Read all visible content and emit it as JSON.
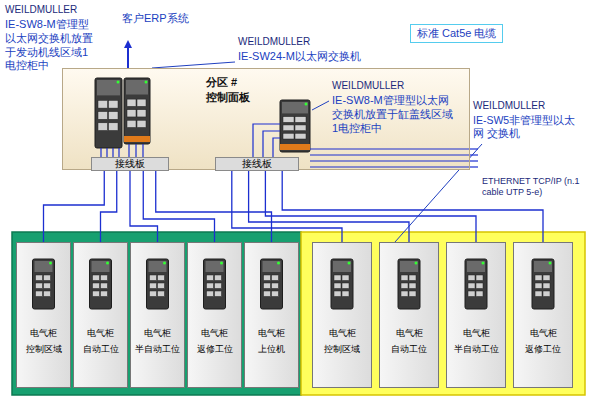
{
  "diagram": {
    "nodes": [
      {
        "text": [
          "标准 Cat5e 电缆"
        ]
      },
      {
        "text": [
          "分区 #",
          "控制面板"
        ]
      },
      {
        "text": [
          "接线板"
        ],
        "in": 1
      },
      {
        "text": [
          "接线板"
        ],
        "in": 1
      },
      {
        "text": [
          "电气柜",
          "控制区域"
        ]
      },
      {
        "text": [
          "电气柜",
          "自动工位"
        ]
      },
      {
        "text": [
          "电气柜",
          "半自动工位"
        ]
      },
      {
        "text": [
          "电气柜",
          "返修工位"
        ]
      },
      {
        "text": [
          "电气柜",
          "上位机"
        ]
      },
      {
        "text": [
          "电气柜",
          "控制区域"
        ]
      },
      {
        "text": [
          "电气柜",
          "自动工位"
        ]
      },
      {
        "text": [
          "电气柜",
          "半自动工位"
        ]
      },
      {
        "text": [
          "电气柜",
          "返修工位"
        ]
      }
    ],
    "edges": [
      {
        "from": 2,
        "to": 4,
        "arrow": "none"
      },
      {
        "from": 2,
        "to": 5,
        "arrow": "none"
      },
      {
        "from": 2,
        "to": 6,
        "arrow": "none"
      },
      {
        "from": 2,
        "to": 7,
        "arrow": "none"
      },
      {
        "from": 2,
        "to": 8,
        "arrow": "none"
      },
      {
        "from": 3,
        "to": 9,
        "arrow": "none"
      },
      {
        "from": 3,
        "to": 10,
        "arrow": "none"
      },
      {
        "from": 3,
        "to": 11,
        "arrow": "none"
      },
      {
        "from": 3,
        "to": 12,
        "arrow": "none"
      }
    ],
    "labels": [
      "WEILDMULLER",
      "IE-SW8-M管理型 以太网交换机放置 于发动机线区域1 电控柜中",
      "客户ERP系统",
      "WEILDMULLER",
      "IE-SW24-M以太网交换机",
      "WEILDMULLER",
      "IE-SW8-M管理型以太网 交换机放置于缸盖线区域 1电控柜中",
      "WEILDMULLER",
      "IE-SW5非管理型以太网 交换机",
      "ETHERNET TCP/IP (n.1 cable UTP 5-e)"
    ]
  }
}
